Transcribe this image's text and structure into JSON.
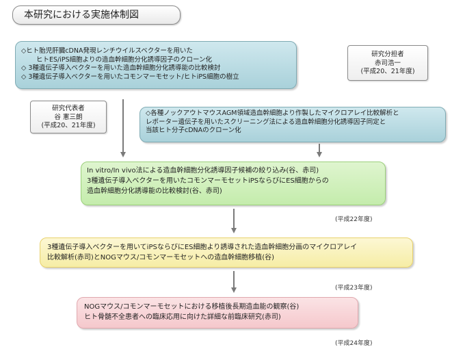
{
  "title": "本研究における実施体制図",
  "box_top": {
    "lines": [
      "◇ヒト胎児肝臓cDNA発現レンチウイルスベクターを用いた",
      "ヒトES/iPS細胞よりの造血幹細胞分化誘導因子のクローン化",
      "◇ 3種遺伝子導入ベクターを用いた造血幹細胞分化誘導能の比較検討",
      "◇ 3種遺伝子導入ベクターを用いたコモンマーモセット/ヒトiPS細胞の樹立"
    ]
  },
  "sharer": {
    "role": "研究分担者",
    "name": "赤司浩一",
    "years": "(平成20、21年度)"
  },
  "leader": {
    "role": "研究代表者",
    "name": "谷 憲三朗",
    "years": "(平成20、21年度)"
  },
  "box_right": {
    "lines": [
      "◇各種ノックアウトマウスAGM領域造血幹細胞より作製したマイクロアレイ比較解析と",
      "レポーター遺伝子を用いたスクリーニング法による造血幹細胞分化誘導因子同定と",
      "当該ヒト分子cDNAのクローン化"
    ]
  },
  "box_green": {
    "lines": [
      "In vitro/In vivo法による造血幹細胞分化誘導因子候補の絞り込み(谷、赤司)",
      "3種遺伝子導入ベクターを用いたコモンマーモセットiPSならびにES細胞からの",
      "造血幹細胞分化誘導能の比較検討(谷、赤司)"
    ],
    "year": "(平成22年度)"
  },
  "box_yellow": {
    "lines": [
      "3種遺伝子導入ベクターを用いてiPSならびにES細胞より誘導された造血幹細胞分画のマイクロアレイ",
      "比較解析(赤司)とNOGマウス/コモンマーモセットへの造血幹細胞移植(谷)"
    ],
    "year": "(平成23年度)"
  },
  "box_pink": {
    "lines": [
      "NOGマウス/コモンマーモセットにおける移植後長期造血能の観察(谷)",
      "ヒト骨髄不全患者への臨床応用に向けた詳細な前臨床研究(赤司)"
    ],
    "year": "(平成24年度)"
  },
  "colors": {
    "blue_box": "#b9dde4",
    "green_box": "#cfefba",
    "yellow_box": "#f9f1bd",
    "pink_box": "#f8d3d6",
    "arrow": "#7a7a7a"
  }
}
